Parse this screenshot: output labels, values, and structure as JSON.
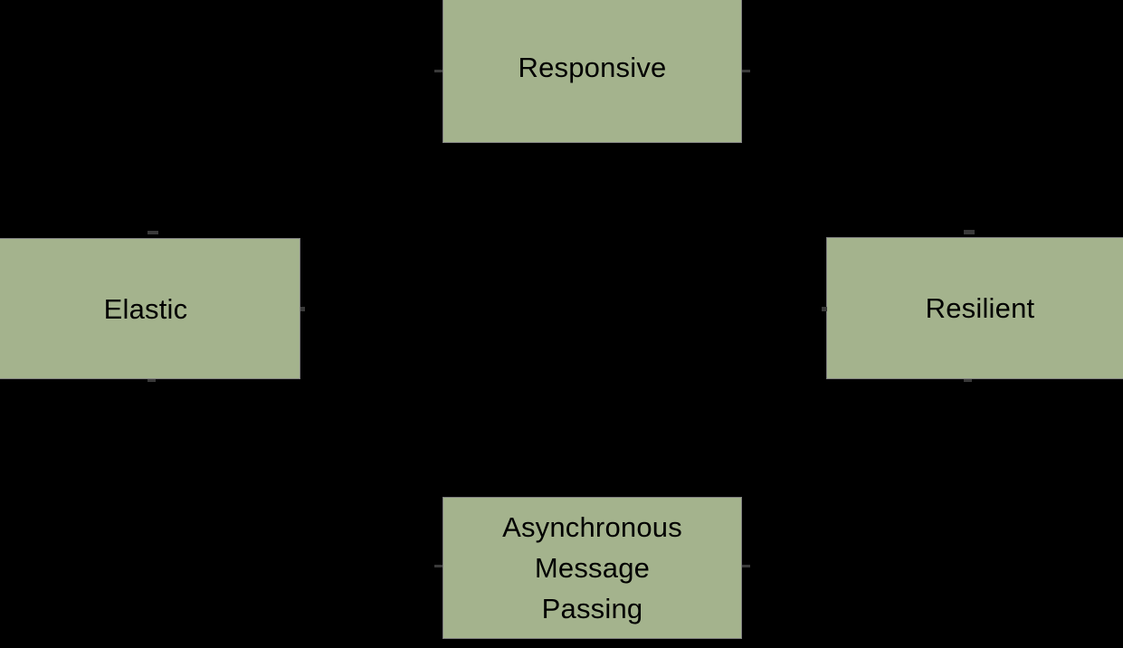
{
  "diagram": {
    "background_color": "#000000",
    "node_fill_color": "#a4b38d",
    "node_border_color": "#7f7f7f",
    "label_color": "#000000",
    "nodes": [
      {
        "id": "responsive",
        "label": "Responsive",
        "position": "top"
      },
      {
        "id": "elastic",
        "label": "Elastic",
        "position": "left"
      },
      {
        "id": "resilient",
        "label": "Resilient",
        "position": "right"
      },
      {
        "id": "async",
        "label": "Asynchronous\nMessage\nPassing",
        "position": "bottom"
      }
    ],
    "connectors": [
      {
        "id": "responsive-left-stub",
        "at": "responsive.left"
      },
      {
        "id": "responsive-right-stub",
        "at": "responsive.right"
      },
      {
        "id": "elastic-top-stub",
        "at": "elastic.top"
      },
      {
        "id": "elastic-right-stub",
        "at": "elastic.right"
      },
      {
        "id": "elastic-bottom-stub",
        "at": "elastic.bottom"
      },
      {
        "id": "resilient-top-stub",
        "at": "resilient.top"
      },
      {
        "id": "resilient-left-stub",
        "at": "resilient.left"
      },
      {
        "id": "resilient-bottom-stub",
        "at": "resilient.bottom"
      },
      {
        "id": "async-left-stub",
        "at": "async.left"
      },
      {
        "id": "async-right-stub",
        "at": "async.right"
      }
    ]
  }
}
